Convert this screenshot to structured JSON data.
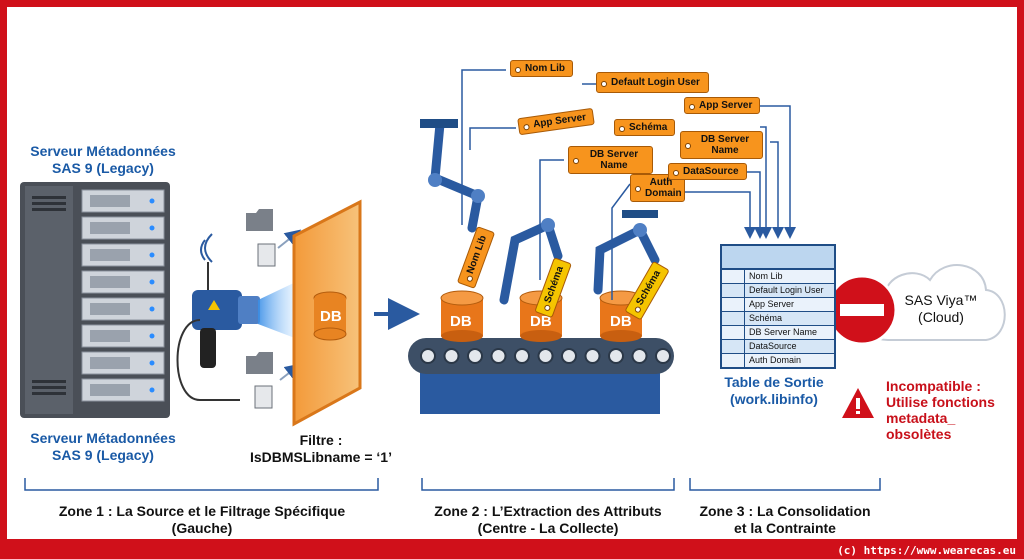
{
  "zone1": {
    "title_top": [
      "Serveur Métadonnées",
      "SAS 9 (Legacy)"
    ],
    "title_bottom": [
      "Serveur Métadonnées",
      "SAS 9 (Legacy)"
    ],
    "filter_label": [
      "Filtre :",
      "IsDBMSLibname = ‘1’"
    ],
    "filter_db": "DB",
    "caption": [
      "Zone 1 : La Source et le Filtrage Spécifique",
      "(Gauche)"
    ]
  },
  "zone2": {
    "tags": [
      "Nom Lib",
      "Default Login User",
      "App Server",
      "App Server",
      "Schéma",
      "DB Server Name",
      "DB Server Name",
      "Auth Domain",
      "DataSource"
    ],
    "held_labels": [
      "Nom Lib",
      "Schéma",
      "Schéma"
    ],
    "db_labels": [
      "DB",
      "DB",
      "DB"
    ],
    "caption": [
      "Zone 2 : L’Extraction des Attributs",
      "(Centre - La Collecte)"
    ]
  },
  "zone3": {
    "table_rows": [
      "Nom Lib",
      "Default Login User",
      "App Server",
      "Schéma",
      "DB Server Name",
      "DataSource",
      "Auth Domain"
    ],
    "table_title": [
      "Table de Sortie",
      "(work.libinfo)"
    ],
    "cloud_label": [
      "SAS Viya™",
      "(Cloud)"
    ],
    "warning": [
      "Incompatible :",
      "Utilise fonctions",
      "metadata_",
      "obsolètes"
    ],
    "caption": [
      "Zone 3 : La Consolidation",
      "et la Contrainte"
    ]
  },
  "footer": "(c) https://www.wearecas.eu",
  "colors": {
    "frame": "#d0101a",
    "blue": "#1a5aa6",
    "orange": "#f7941d",
    "robot": "#2a5aa0"
  }
}
